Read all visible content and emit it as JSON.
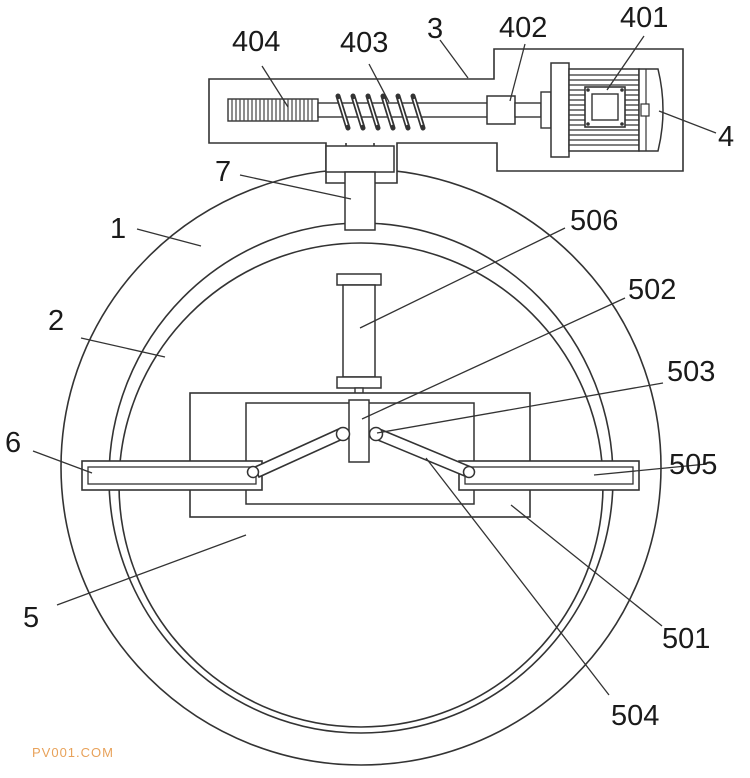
{
  "labels": {
    "p1": "1",
    "p2": "2",
    "p3": "3",
    "p4": "4",
    "p5": "5",
    "p6": "6",
    "p7": "7",
    "p401": "401",
    "p402": "402",
    "p403": "403",
    "p404": "404",
    "p501": "501",
    "p502": "502",
    "p503": "503",
    "p504": "504",
    "p505": "505",
    "p506": "506"
  },
  "watermark": "PV001.COM"
}
